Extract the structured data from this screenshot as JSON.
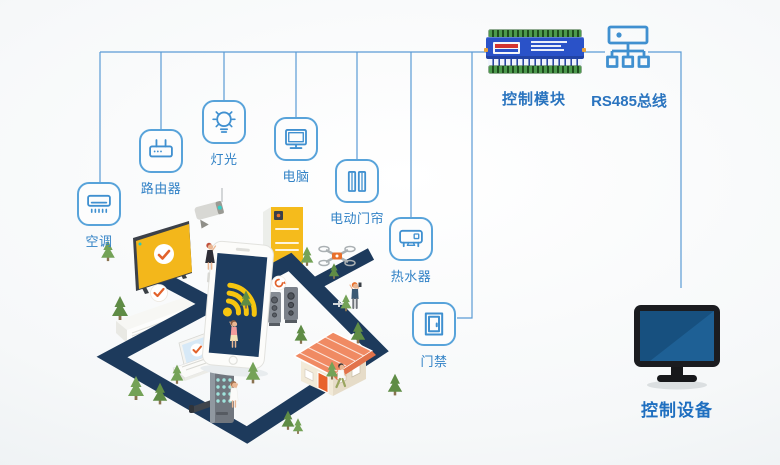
{
  "diagram": {
    "devices": [
      {
        "label": "空调",
        "icon": "air-conditioner-icon"
      },
      {
        "label": "路由器",
        "icon": "router-icon"
      },
      {
        "label": "灯光",
        "icon": "light-icon"
      },
      {
        "label": "电脑",
        "icon": "computer-icon"
      },
      {
        "label": "电动门帘",
        "icon": "electric-curtain-icon"
      },
      {
        "label": "热水器",
        "icon": "water-heater-icon"
      },
      {
        "label": "门禁",
        "icon": "door-access-icon"
      }
    ],
    "captions": {
      "control_module": "控制模块",
      "rs485_bus": "RS485总线",
      "control_device": "控制设备"
    },
    "scene_objects": [
      "smartphone-with-wifi",
      "billboard-screen",
      "security-camera",
      "air-conditioner-unit",
      "refrigerator",
      "speakers",
      "laptop",
      "smart-door-lock",
      "house",
      "drone",
      "trees",
      "people"
    ]
  },
  "colors": {
    "background_edge": "#e7ecef",
    "icon_outline_blue": "#58a3da",
    "icon_glyph_blue": "#4090d0",
    "connector_blue": "#5b9bd5",
    "device_label_blue": "#3282c6",
    "caption_blue": "#2a74bf",
    "road_navy": "#1d3a5c",
    "phone_screen_navy": "#1d3c60",
    "wifi_yellow": "#f6c50f",
    "billboard_yellow": "#f3b71b",
    "check_orange": "#e2622b",
    "module_blue": "#2a52c8",
    "terminal_green": "#4d9a4d",
    "roof_orange": "#f08a63",
    "tree_green": "#74a257",
    "monitor_screen_blue": "#17507f"
  }
}
